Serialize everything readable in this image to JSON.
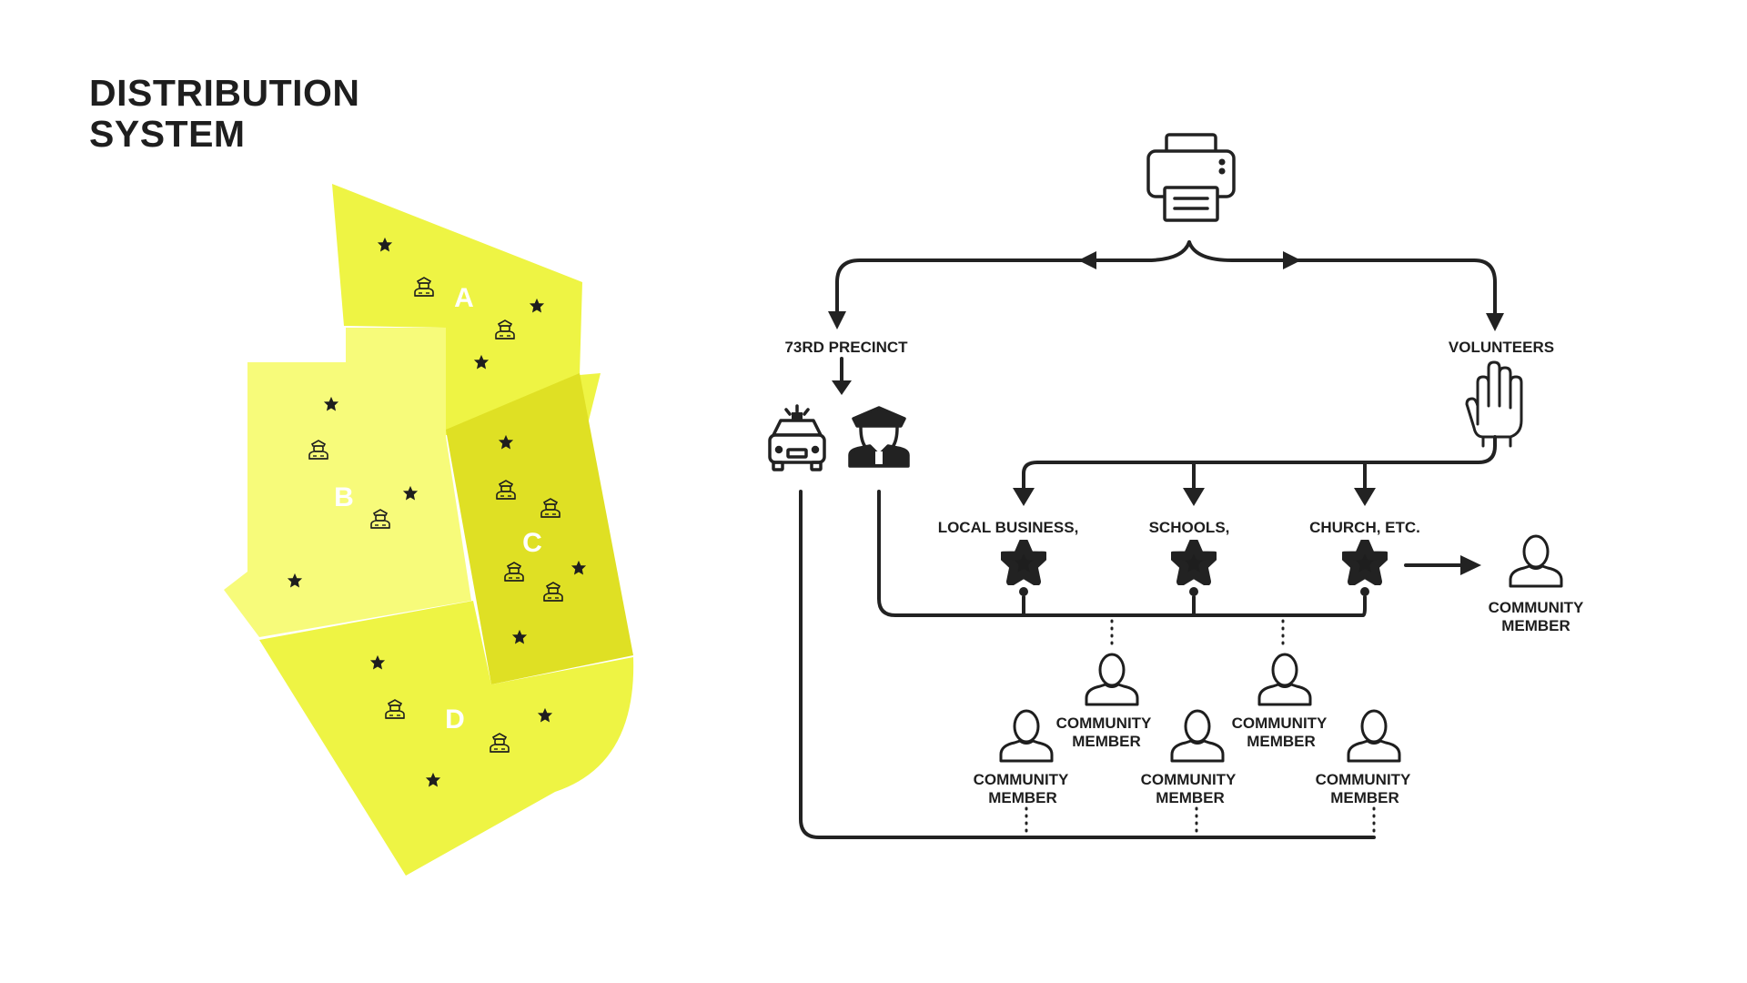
{
  "title": {
    "line1": "DISTRIBUTION",
    "line2": "SYSTEM"
  },
  "colors": {
    "zone_a": "#eef444",
    "zone_b": "#f7fb7a",
    "zone_c": "#dfe024",
    "zone_d": "#eef444",
    "ink": "#1e1e1e"
  },
  "map": {
    "zones": [
      {
        "id": "A",
        "label": "A"
      },
      {
        "id": "B",
        "label": "B"
      },
      {
        "id": "C",
        "label": "C"
      },
      {
        "id": "D",
        "label": "D"
      }
    ],
    "icons": [
      "star-icon",
      "police-officer-icon"
    ]
  },
  "diagram": {
    "printer_icon": "printer-icon",
    "precinct_label": "73RD PRECINCT",
    "volunteers_label": "VOLUNTEERS",
    "locations": [
      {
        "label": "LOCAL BUSINESS,"
      },
      {
        "label": "SCHOOLS,"
      },
      {
        "label": "CHURCH, ETC."
      }
    ],
    "community_member": {
      "line1": "COMMUNITY",
      "line2": "MEMBER"
    }
  }
}
